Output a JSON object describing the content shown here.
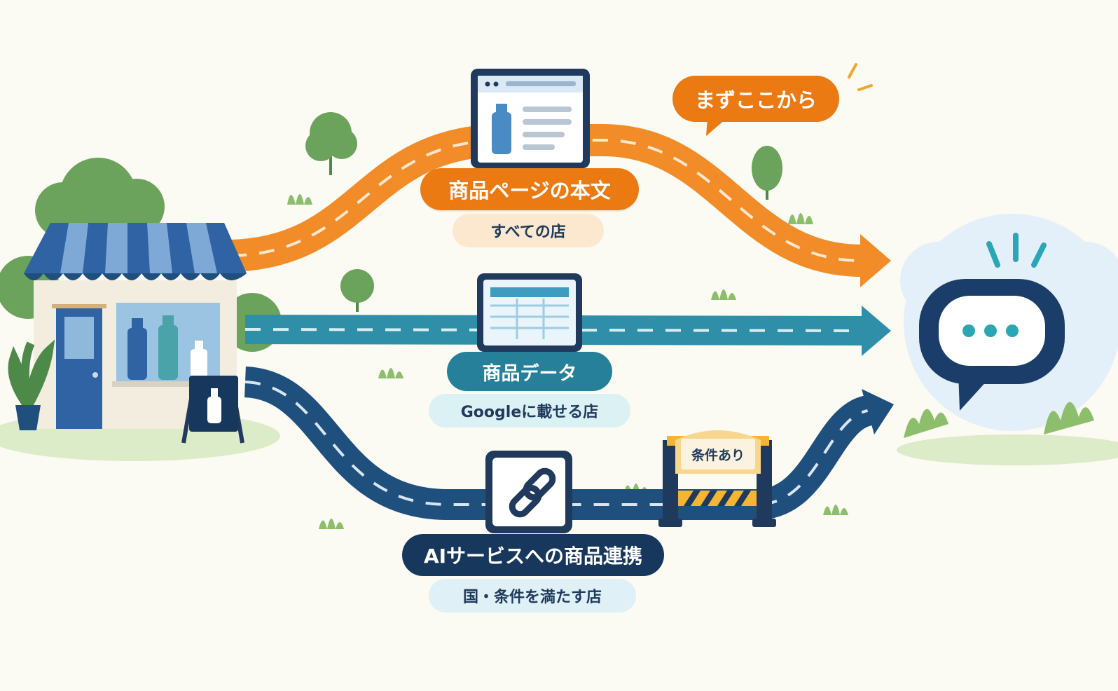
{
  "callout": {
    "label": "まずここから"
  },
  "routes": [
    {
      "title": "商品ページの本文",
      "subtitle": "すべての店"
    },
    {
      "title": "商品データ",
      "subtitle": "Googleに載せる店"
    },
    {
      "title": "AIサービスへの商品連携",
      "subtitle": "国・条件を満たす店"
    }
  ],
  "barrier": {
    "label": "条件あり"
  },
  "colors": {
    "orange": "#f28c28",
    "teal": "#2f8fa8",
    "navy": "#17385c",
    "awning": "#2f63a3",
    "ai_bubble": "#1b3d69",
    "ai_dots": "#2aa7b5"
  },
  "icons": {
    "store": "store-icon",
    "product_page": "browser-page-icon",
    "product_data": "spreadsheet-icon",
    "link": "chain-link-icon",
    "ai": "chat-bubble-icon"
  }
}
